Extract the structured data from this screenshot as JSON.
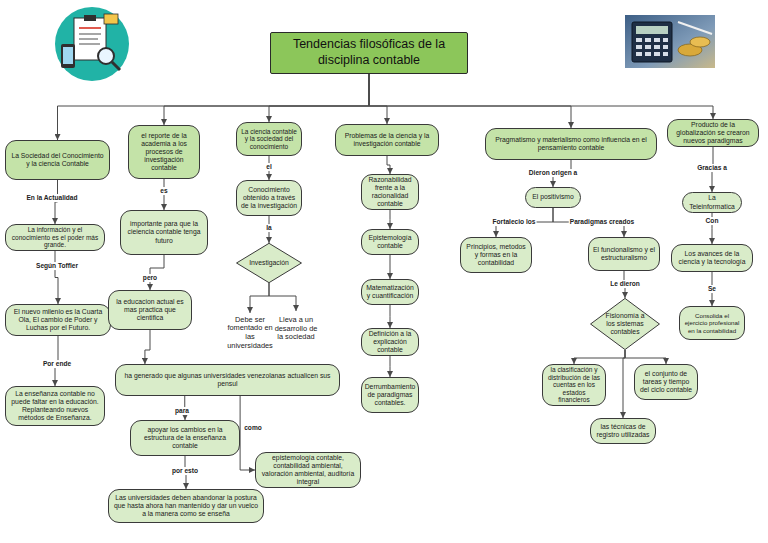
{
  "diagram": {
    "nodes": [
      {
        "text": [
          "Tendencias filosóficas de la disciplina contable"
        ]
      },
      {
        "text": [
          "La Sociedad del Conocimiento y la ciencia Contable"
        ]
      },
      {
        "text": [
          "La información y el conocimiento es el poder más grande."
        ]
      },
      {
        "text": [
          "El nuevo milenio es la Cuarta Ola, El cambio de Poder y Luchas por el Futuro."
        ]
      },
      {
        "text": [
          "La enseñanza contable no puede faltar en la educación. Replanteando nuevos métodos de Enseñanza."
        ]
      },
      {
        "text": [
          "el reporte de la academia a los procesos de investigación contable"
        ]
      },
      {
        "text": [
          "importante para que la cieiencia contable tenga futuro"
        ]
      },
      {
        "text": [
          "la educacion actual es mas practica que cientifica"
        ]
      },
      {
        "text": [
          "ha generado que algunas universidades venezolanas actualicen sus pensul"
        ]
      },
      {
        "text": [
          "apoyar los cambios en la estructura de la enseñanza contable"
        ]
      },
      {
        "text": [
          "Las universidades deben abandonar la postura que hasta ahora han mantenido y dar un vuelco a la manera como se enseña"
        ]
      },
      {
        "text": [
          "epistemología contable, contabilidad ambiental, valoración ambiental, auditoría integral"
        ]
      },
      {
        "text": [
          "La ciencia contable y la sociedad del conocimiento"
        ]
      },
      {
        "text": [
          "Conocimiento obtenido a través de la investigación"
        ]
      },
      {
        "text": [
          "Investigación"
        ]
      },
      {
        "text": [
          "Debe ser fomentado en las universidades"
        ]
      },
      {
        "text": [
          "Lleva a un desarrollo de la sociedad"
        ]
      },
      {
        "text": [
          "Problemas de la ciencia y la investigación contable"
        ]
      },
      {
        "text": [
          "Razonabilidad frente a la racionalidad contable"
        ]
      },
      {
        "text": [
          "Epistemología contable"
        ]
      },
      {
        "text": [
          "Matematización y cuantificación"
        ]
      },
      {
        "text": [
          "Definición a la explicación contable"
        ]
      },
      {
        "text": [
          "Derrumbamiento de paradigmas contables."
        ]
      },
      {
        "text": [
          "Pragmatismo y materialismo como influencia en el pensamiento contable"
        ]
      },
      {
        "text": [
          "El positivismo"
        ]
      },
      {
        "text": [
          "Principios, metodos y formas en la contabilidad"
        ]
      },
      {
        "text": [
          "El funcionalismo y el estructuralismo"
        ]
      },
      {
        "text": [
          "Fisionomía a los sistemas contables"
        ]
      },
      {
        "text": [
          "la clasificación y distribución de las cuentas en los estados financieros"
        ]
      },
      {
        "text": [
          "el conjunto de tareas y tiempo del ciclo contable"
        ]
      },
      {
        "text": [
          "las técnicas de registro utilizadas"
        ]
      },
      {
        "text": [
          "Producto de la globalización se crearon nuevos paradigmas"
        ]
      },
      {
        "text": [
          "La Teleinformatica"
        ]
      },
      {
        "text": [
          "Los avances de la ciencia y la tecnología"
        ]
      },
      {
        "text": [
          "Consolida el ejercicio profesional en la contabilidad"
        ]
      }
    ],
    "edges": [
      {
        "from": 0,
        "to": 1,
        "arrow": "to"
      },
      {
        "from": 0,
        "to": 5,
        "arrow": "to"
      },
      {
        "from": 0,
        "to": 12,
        "arrow": "to"
      },
      {
        "from": 0,
        "to": 17,
        "arrow": "to"
      },
      {
        "from": 0,
        "to": 23,
        "arrow": "to"
      },
      {
        "from": 0,
        "to": 31,
        "arrow": "to"
      },
      {
        "from": 1,
        "to": 2,
        "label": "En la Actualidad",
        "arrow": "to"
      },
      {
        "from": 2,
        "to": 3,
        "label": "Según Toffler",
        "arrow": "to"
      },
      {
        "from": 3,
        "to": 4,
        "label": "Por ende",
        "arrow": "to"
      },
      {
        "from": 5,
        "to": 6,
        "label": "es",
        "arrow": "to"
      },
      {
        "from": 6,
        "to": 7,
        "label": "pero",
        "arrow": "to"
      },
      {
        "from": 7,
        "to": 8,
        "arrow": "to"
      },
      {
        "from": 8,
        "to": 9,
        "label": "para",
        "arrow": "to"
      },
      {
        "from": 9,
        "to": 10,
        "label": "por esto",
        "arrow": "to"
      },
      {
        "from": 8,
        "to": 11,
        "label": "como",
        "arrow": "to"
      },
      {
        "from": 12,
        "to": 13,
        "label": "el",
        "arrow": "to"
      },
      {
        "from": 13,
        "to": 14,
        "label": "la",
        "arrow": "to"
      },
      {
        "from": 14,
        "to": 15,
        "arrow": "to"
      },
      {
        "from": 14,
        "to": 16,
        "arrow": "to"
      },
      {
        "from": 17,
        "to": 18,
        "arrow": "to"
      },
      {
        "from": 18,
        "to": 19,
        "arrow": "to"
      },
      {
        "from": 19,
        "to": 20,
        "arrow": "to"
      },
      {
        "from": 20,
        "to": 21,
        "arrow": "to"
      },
      {
        "from": 21,
        "to": 22,
        "arrow": "to"
      },
      {
        "from": 23,
        "to": 24,
        "label": "Dieron origen a",
        "arrow": "to"
      },
      {
        "from": 24,
        "to": 25,
        "label": "Fortalecio los",
        "arrow": "to"
      },
      {
        "from": 24,
        "to": 26,
        "label": "Paradigmas creados",
        "arrow": "to"
      },
      {
        "from": 26,
        "to": 27,
        "label": "Le dieron",
        "arrow": "to"
      },
      {
        "from": 27,
        "to": 28,
        "arrow": "to"
      },
      {
        "from": 27,
        "to": 29,
        "arrow": "to"
      },
      {
        "from": 27,
        "to": 30,
        "arrow": "to"
      },
      {
        "from": 31,
        "to": 32,
        "label": "Gracias a",
        "arrow": "to"
      },
      {
        "from": 32,
        "to": 33,
        "label": "Con",
        "arrow": "to"
      },
      {
        "from": 33,
        "to": 34,
        "label": "Se",
        "arrow": "to"
      }
    ]
  }
}
